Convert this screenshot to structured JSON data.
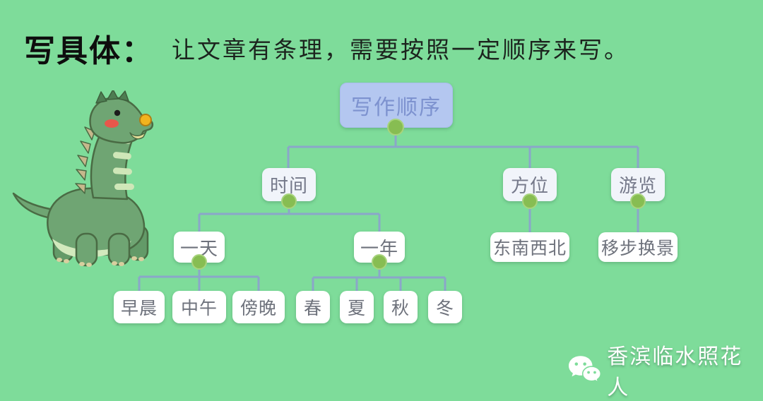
{
  "header": {
    "title": "写具体：",
    "description": "让文章有条理，需要按照一定顺序来写。"
  },
  "mindmap": {
    "root": "写作顺序",
    "branches": {
      "time": "时间",
      "direction": "方位",
      "tour": "游览"
    },
    "time_children": {
      "day": "一天",
      "year": "一年"
    },
    "direction_child": "东南西北",
    "tour_child": "移步换景",
    "day_children": {
      "morning": "早晨",
      "noon": "中午",
      "evening": "傍晚"
    },
    "year_children": {
      "spring": "春",
      "summer": "夏",
      "autumn": "秋",
      "winter": "冬"
    }
  },
  "watermark": {
    "text": "香滨临水照花人",
    "icon": "wechat-icon"
  },
  "illustration": "cartoon-green-dinosaur",
  "colors": {
    "background": "#7edc9a",
    "root_box": "#b4c7f0",
    "root_text": "#7d92cf",
    "node_box": "#ffffff",
    "node_text": "#6e727c",
    "connector": "#8ba6c9",
    "dot": "#87bd52"
  }
}
